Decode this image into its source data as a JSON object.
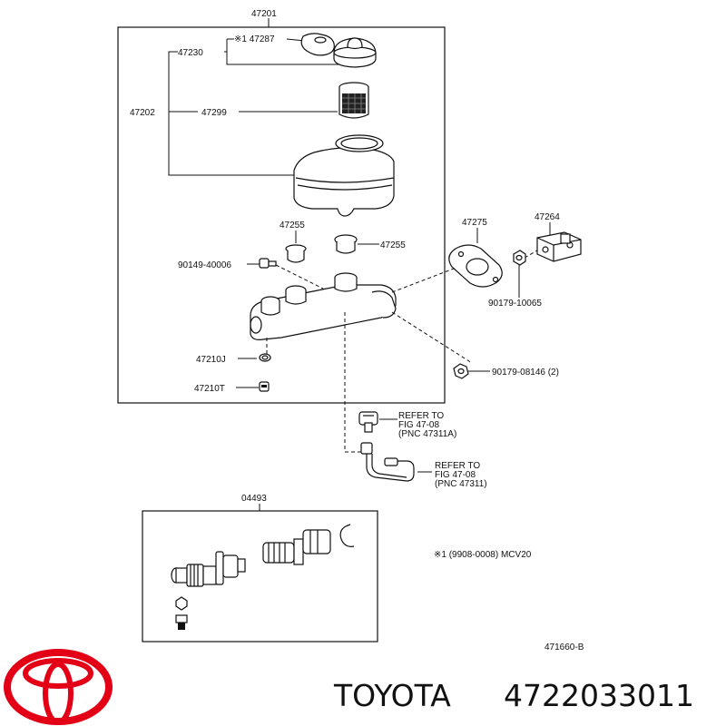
{
  "labels": {
    "assembly": "47201",
    "cap_sub": "47230",
    "note_mark_gasket": "※1 47287",
    "reservoir_sub": "47202",
    "strainer": "47299",
    "grommet_a": "47255",
    "grommet_b": "47255",
    "screw": "90149-40006",
    "gasket_plate": "47275",
    "bracket": "47264",
    "nut_a": "90179-10065",
    "nut_b": "90179-08146 (2)",
    "gasket_j": "47210J",
    "bolt_t": "47210T",
    "kit": "04493",
    "note_text": "※1 (9908-0008) MCV20",
    "drawing_id": "471660-B"
  },
  "refer1": {
    "line1": "REFER TO",
    "line2": "FIG 47-08",
    "line3": "(PNC 47311A)"
  },
  "refer2": {
    "line1": "REFER TO",
    "line2": "FIG 47-08",
    "line3": "(PNC 47311)"
  },
  "brand": {
    "name": "TOYOTA",
    "part_number": "4722033011",
    "logo_color": "#e30016"
  }
}
